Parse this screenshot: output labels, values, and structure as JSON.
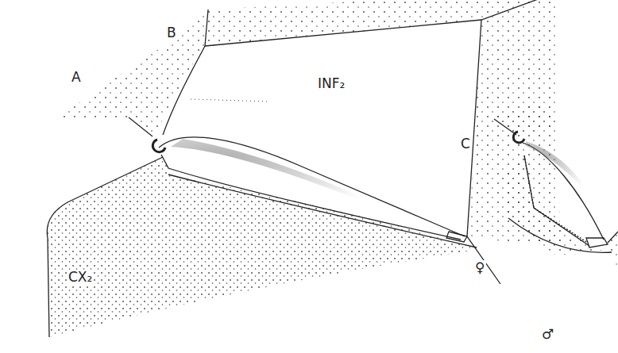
{
  "diagram": {
    "labels": [
      "A",
      "B",
      "C",
      "INF₂",
      "CX₂",
      "♀",
      "♂"
    ]
  }
}
